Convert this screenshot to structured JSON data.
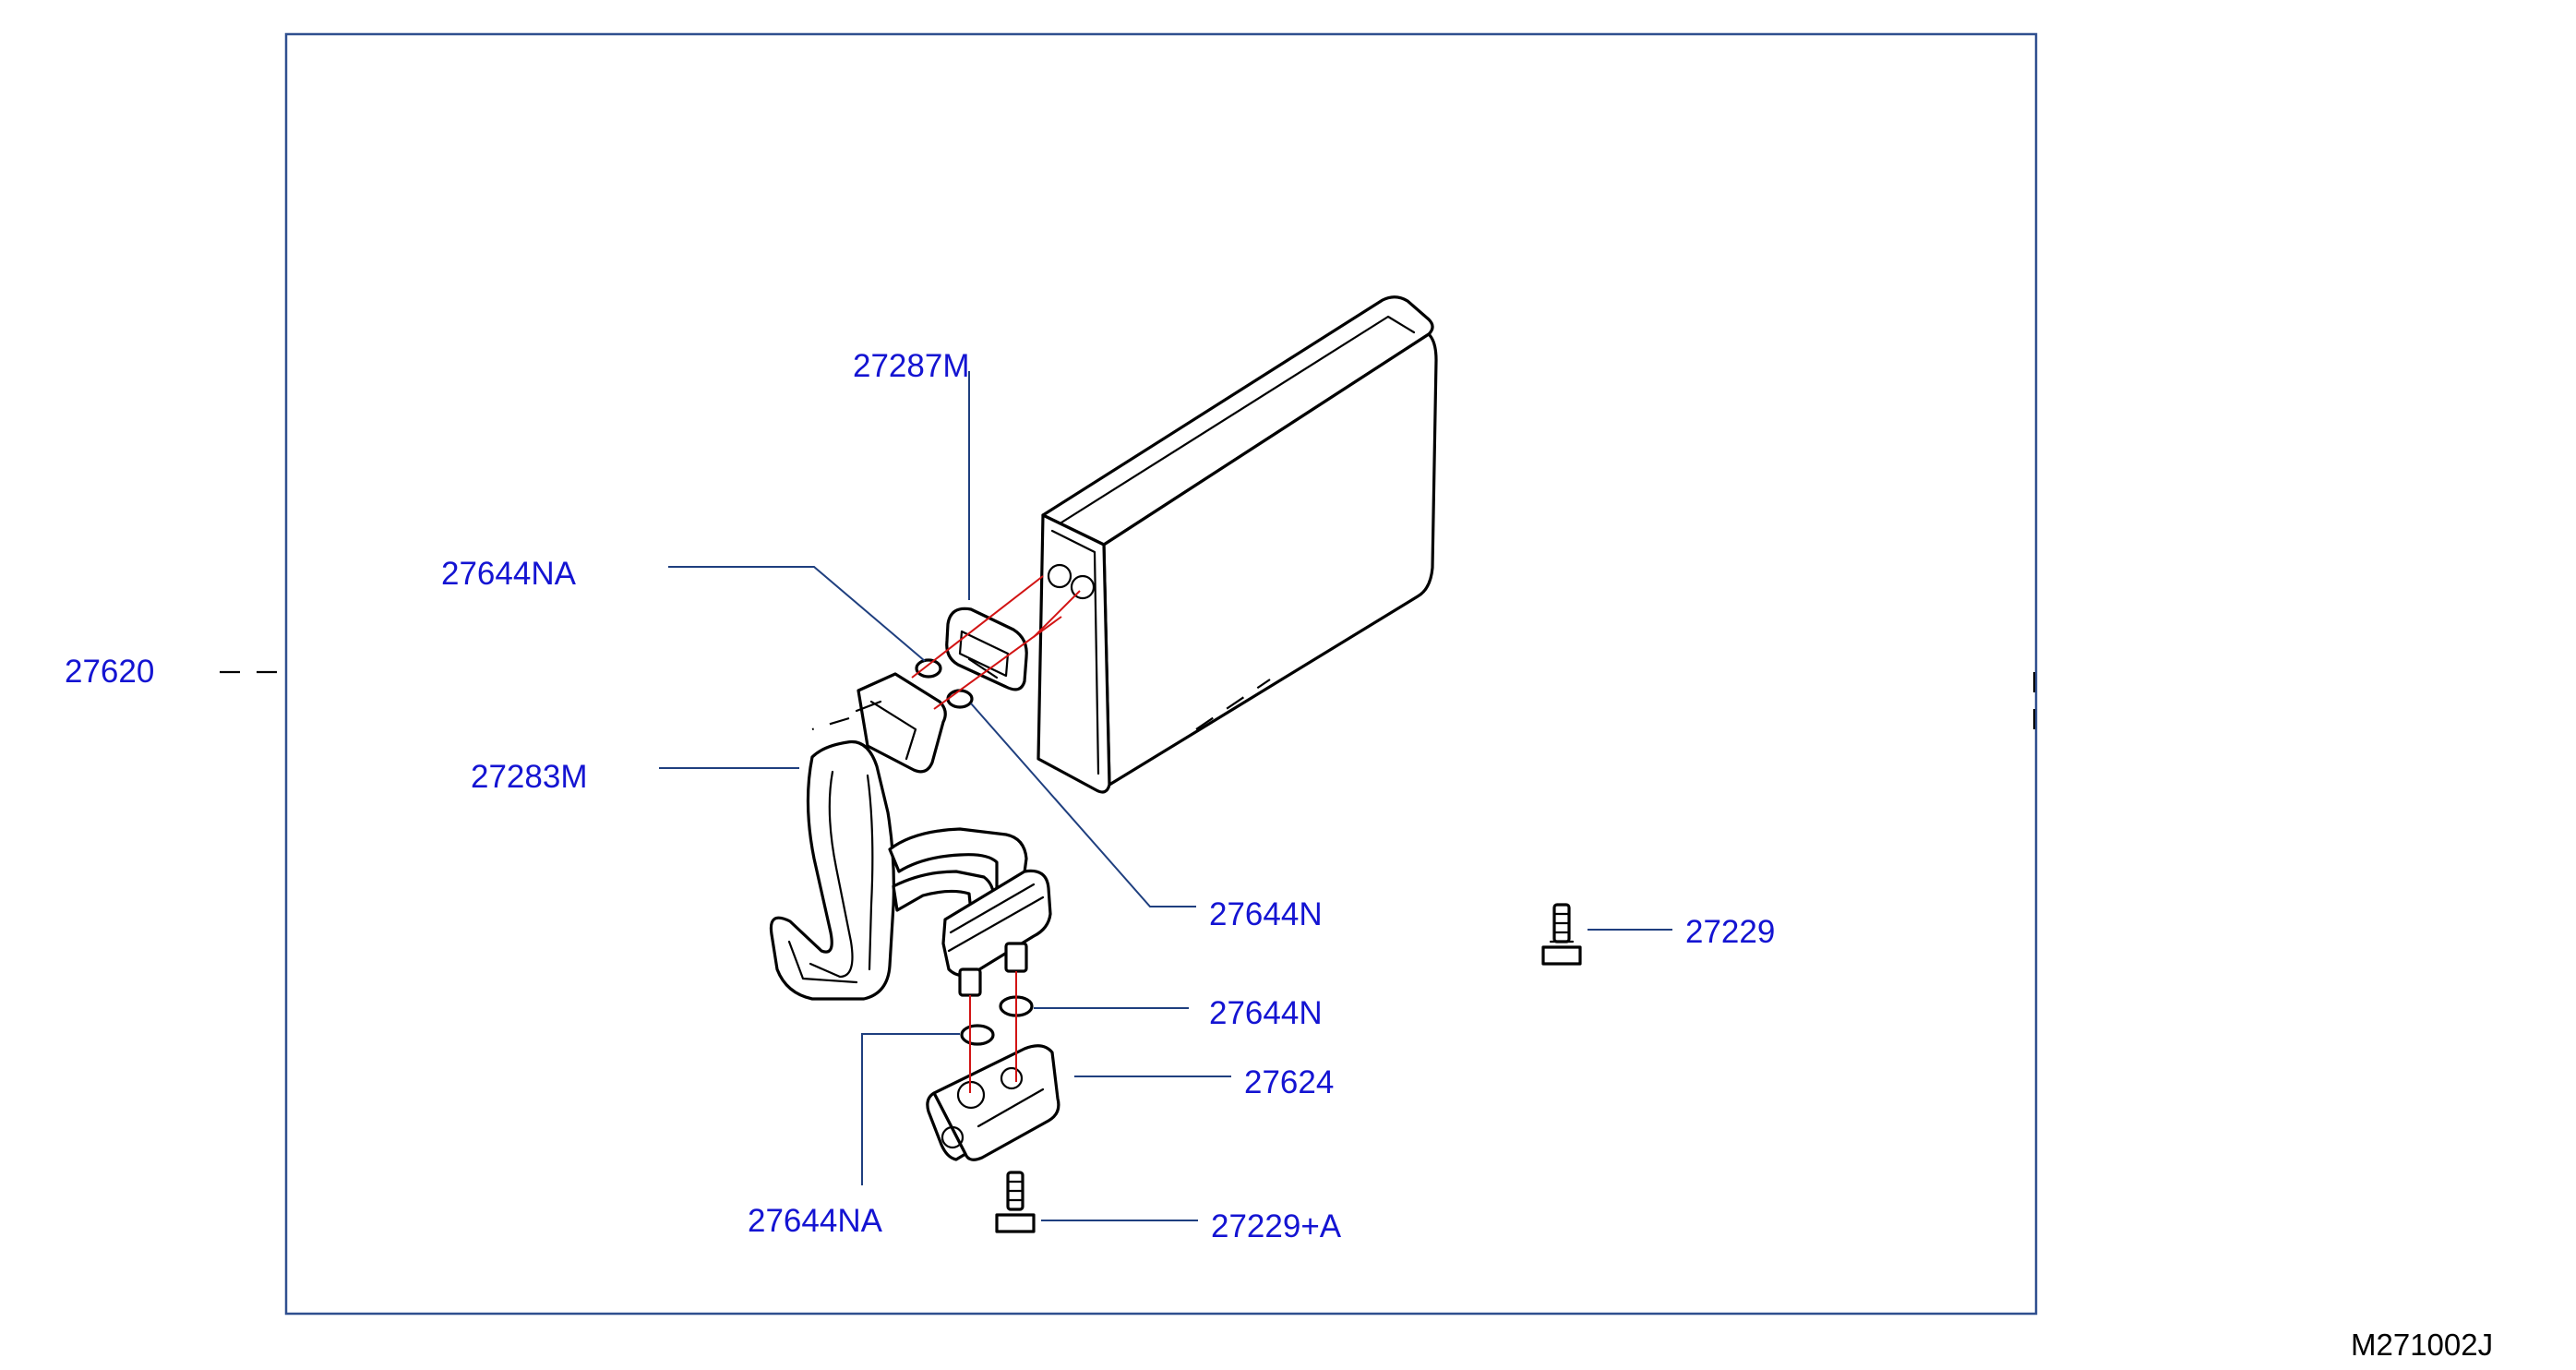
{
  "colors": {
    "frame": "#2f4f8f",
    "callout_text": "#1414d2",
    "leader": "#1f3f7f",
    "assembly_line": "#d21414",
    "part_outline": "#000000"
  },
  "callouts": {
    "evaporator_bracket": "27287M",
    "o_ring_upper": "27644NA",
    "evaporator_assy": "27620",
    "pipe_assy": "27283M",
    "o_ring_middle": "27644N",
    "bolt_right": "27229",
    "o_ring_lower": "27644N",
    "expansion_valve": "27624",
    "o_ring_bottom": "27644NA",
    "bolt_bottom": "27229+A"
  },
  "drawing_id": "M271002J"
}
